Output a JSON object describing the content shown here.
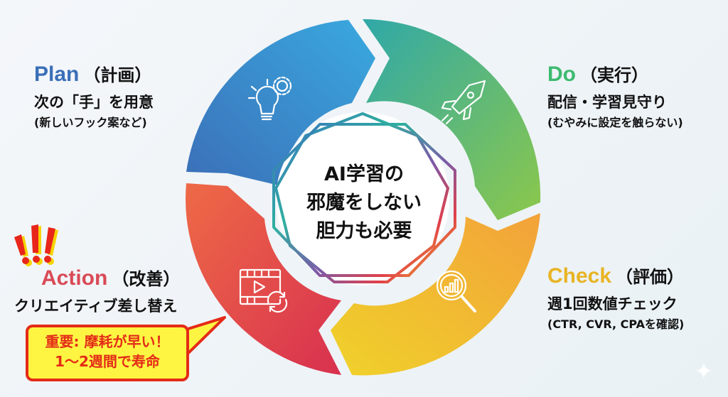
{
  "diagram": {
    "type": "PDCA cycle",
    "center": {
      "lines": [
        "AI学習の",
        "邪魔をしない",
        "胆力も必要"
      ]
    },
    "stages": {
      "plan": {
        "title_en": "Plan",
        "title_jp": "（計画）",
        "main": "次の「手」を用意",
        "sub": "(新しいフック案など)",
        "color": "#3a7cc2",
        "icon": "lightbulb-gear-icon"
      },
      "do": {
        "title_en": "Do",
        "title_jp": "（実行）",
        "main": "配信・学習見守り",
        "sub": "(むやみに設定を触らない)",
        "color": "#3dba6f",
        "icon": "rocket-icon"
      },
      "check": {
        "title_en": "Check",
        "title_jp": "（評価）",
        "main": "週1回数値チェック",
        "sub": "(CTR, CVR, CPAを確認)",
        "color": "#e8b424",
        "icon": "magnifier-chart-icon"
      },
      "action": {
        "title_en": "Action",
        "title_jp": "（改善）",
        "main": "クリエイティブ差し替え",
        "color": "#d94a56",
        "icon": "video-refresh-icon",
        "alert_icon": "exclamation-marks-icon"
      }
    },
    "callout": {
      "line1": "重要: 摩耗が早い！",
      "line2": "1〜2週間で寿命",
      "text_color": "#e42b17",
      "background": "#fdf542"
    }
  }
}
